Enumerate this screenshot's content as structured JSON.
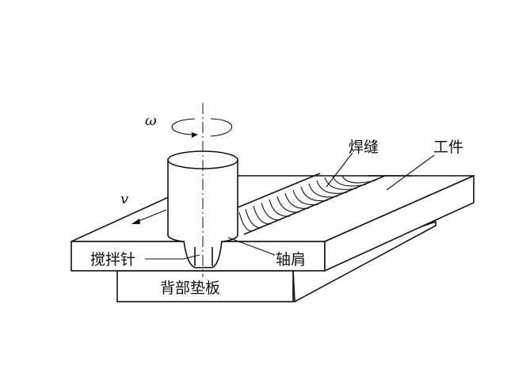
{
  "labels": {
    "omega": "ω",
    "v": "v",
    "weld_seam": "焊缝",
    "workpiece": "工件",
    "stir_pin": "搅拌针",
    "shoulder": "轴肩",
    "backing_plate": "背部垫板"
  }
}
